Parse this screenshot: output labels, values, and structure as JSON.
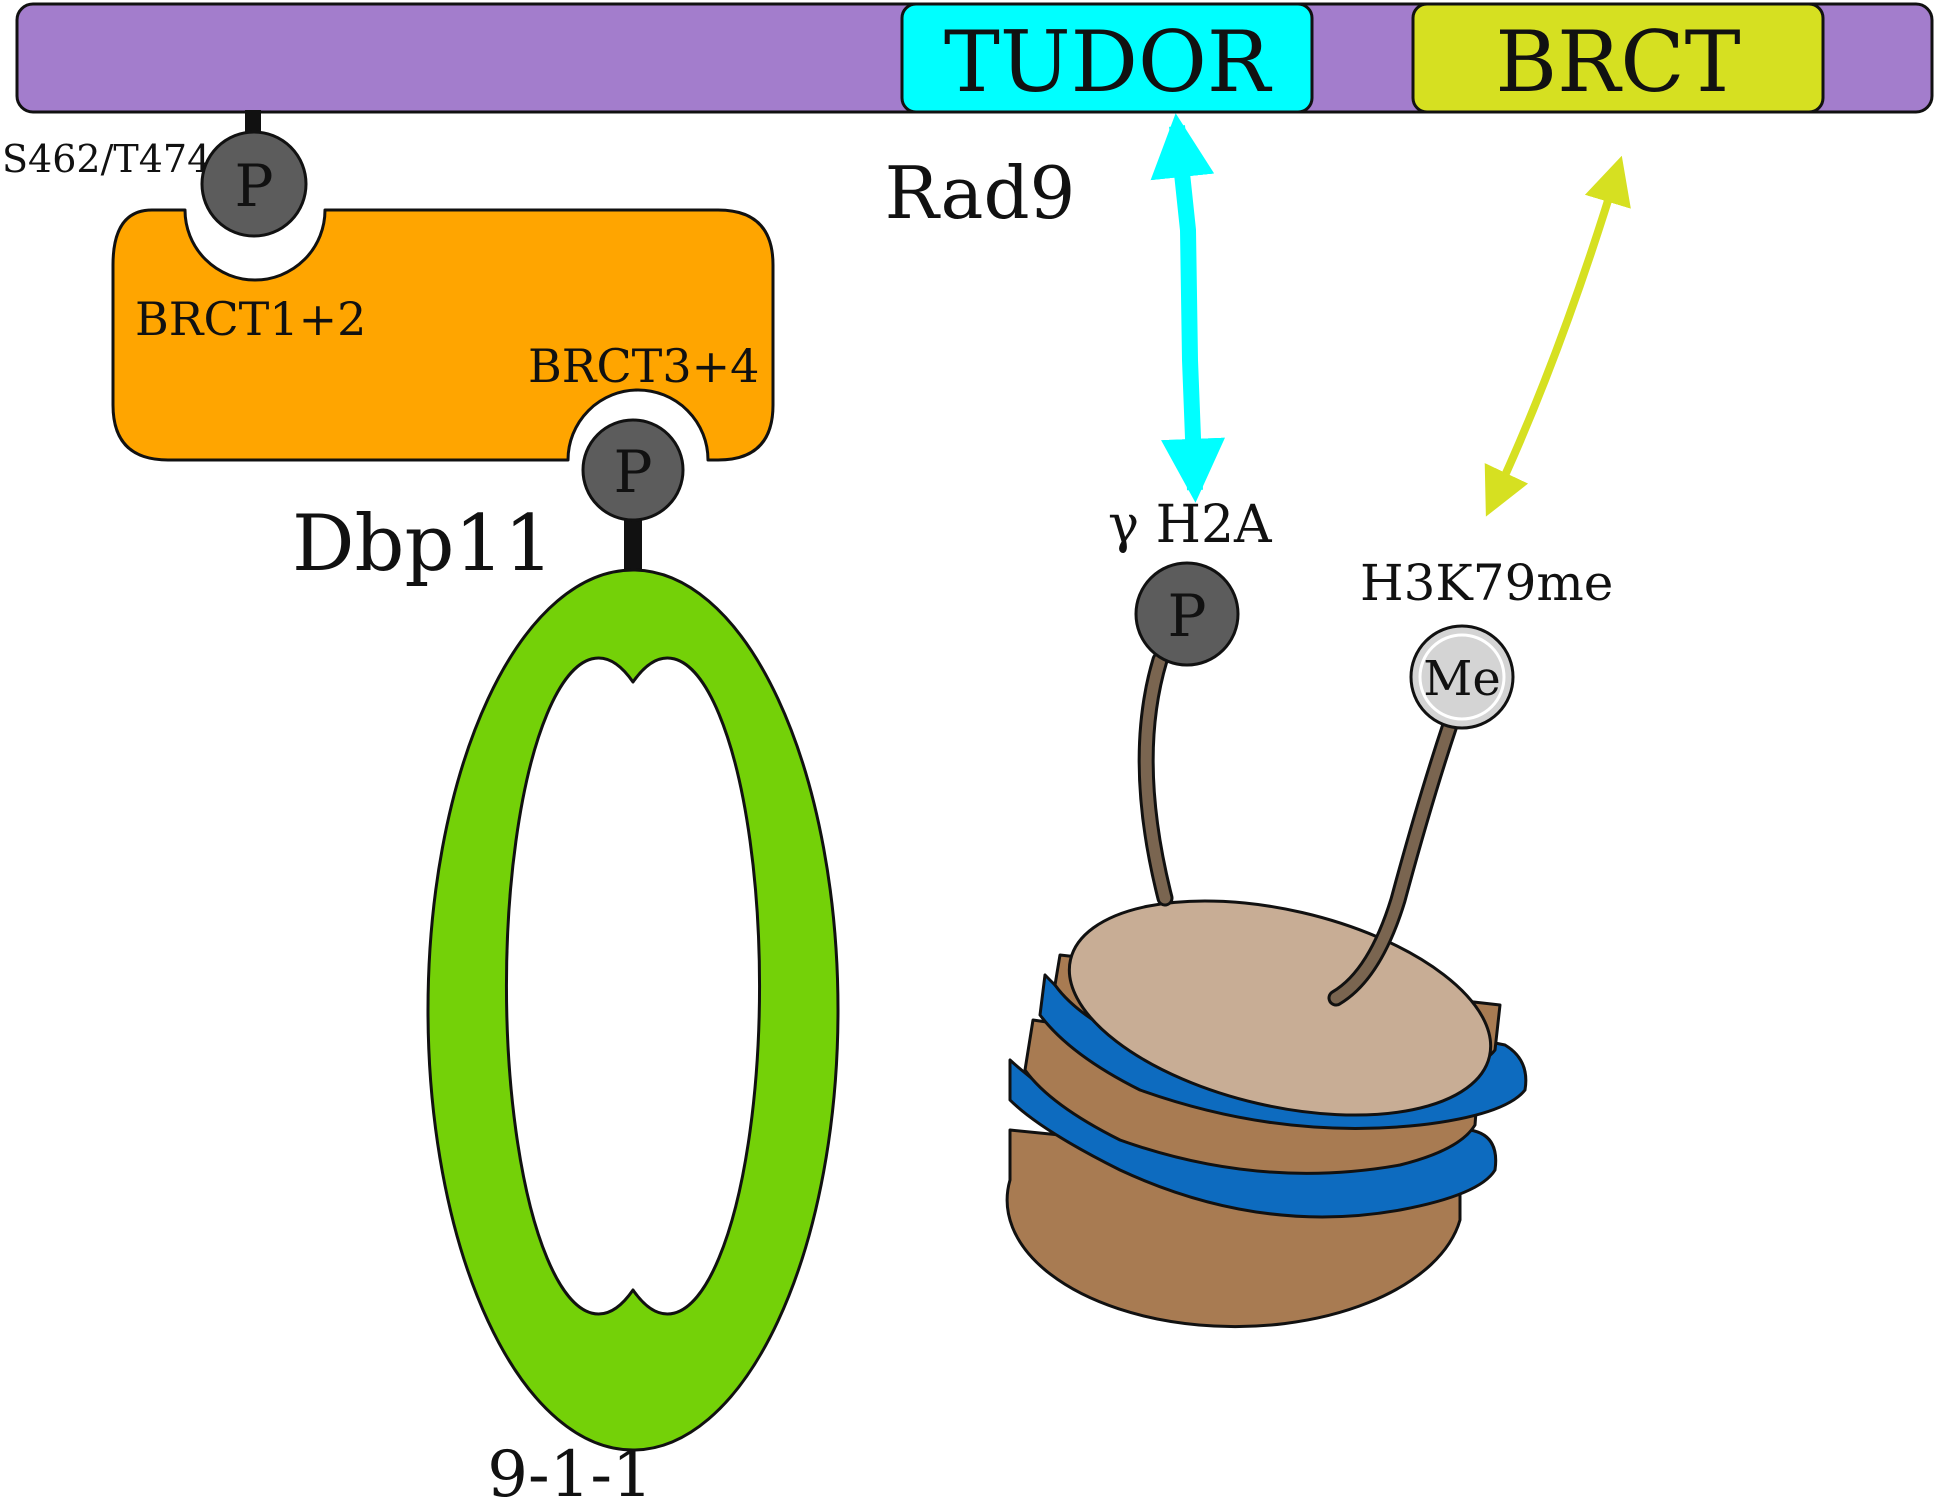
{
  "colors": {
    "rad9": "#a37dcc",
    "tudor": "#00ffff",
    "brct": "#d6e021",
    "dbp11": "#ffa500",
    "ring": "#74d108",
    "phospho": "#5c5c5c",
    "methyl": "#d4d4d4",
    "dna": "#0d6bbf",
    "histone_top": "#c8ad95",
    "histone_side": "#a87b52",
    "tail": "#7a6550",
    "tudor_arrow": "#00ffff",
    "brct_arrow": "#d6e021"
  },
  "rad9": {
    "name": "Rad9",
    "tudor_label": "TUDOR",
    "brct_label": "BRCT",
    "site_label": "S462/T474",
    "phospho_symbol": "P"
  },
  "dbp11": {
    "name": "Dbp11",
    "brct12_label": "BRCT1+2",
    "brct34_label": "BRCT3+4",
    "phospho_symbol": "P"
  },
  "ring": {
    "name": "9-1-1"
  },
  "nucleosome": {
    "h2a_label": "γ H2A",
    "h2a_symbol": "P",
    "h3k79_label": "H3K79me",
    "h3k79_symbol": "Me"
  },
  "icons": {
    "tudor_interaction": "double-arrow-icon",
    "brct_interaction": "double-arrow-icon",
    "nucleosome": "nucleosome-icon"
  }
}
